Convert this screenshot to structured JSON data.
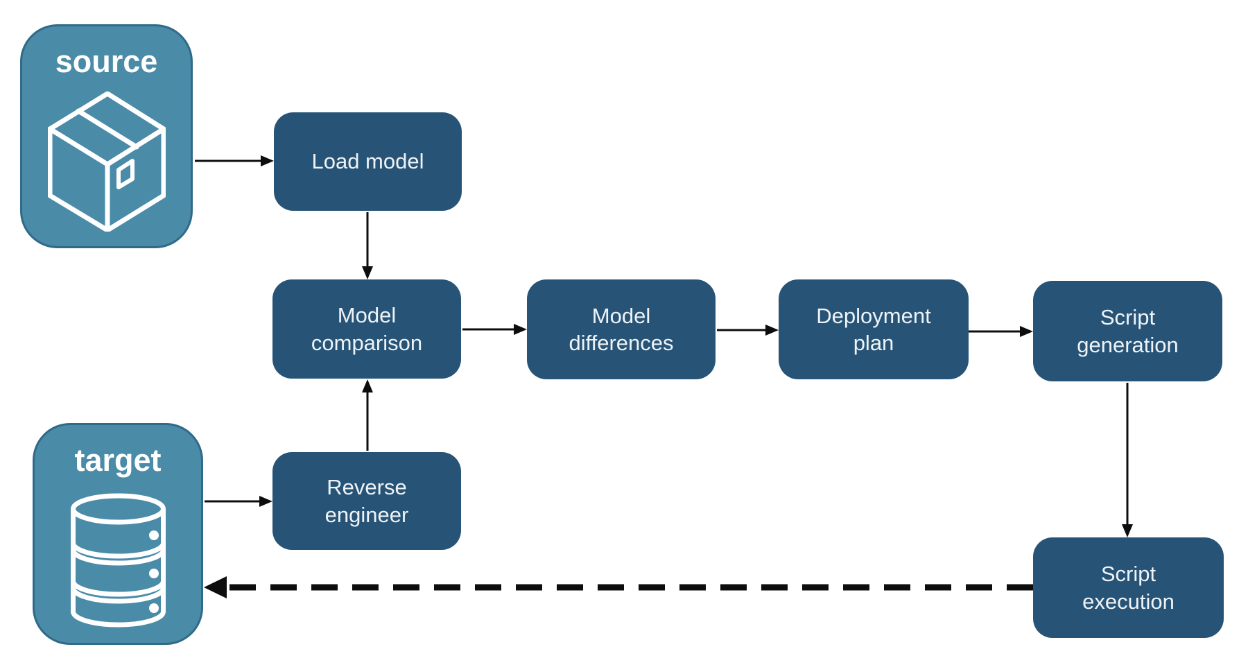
{
  "diagram": {
    "title": "",
    "colors": {
      "node_fill": "#275476",
      "node_text": "#eef3f7",
      "entity_fill": "#4a8ba8",
      "entity_border": "#2f6a88",
      "entity_text": "#ffffff",
      "arrow": "#0d0d0d",
      "background": "#ffffff"
    },
    "entities": {
      "source": {
        "label": "source",
        "icon": "package-icon"
      },
      "target": {
        "label": "target",
        "icon": "database-icon"
      }
    },
    "nodes": {
      "load_model": {
        "label": "Load model"
      },
      "model_comparison": {
        "label": "Model\ncomparison"
      },
      "model_differences": {
        "label": "Model\ndifferences"
      },
      "deployment_plan": {
        "label": "Deployment\nplan"
      },
      "script_generation": {
        "label": "Script\ngeneration"
      },
      "reverse_engineer": {
        "label": "Reverse\nengineer"
      },
      "script_execution": {
        "label": "Script\nexecution"
      }
    },
    "edges": [
      {
        "from": "source",
        "to": "load_model",
        "style": "solid"
      },
      {
        "from": "load_model",
        "to": "model_comparison",
        "style": "solid"
      },
      {
        "from": "model_comparison",
        "to": "model_differences",
        "style": "solid"
      },
      {
        "from": "model_differences",
        "to": "deployment_plan",
        "style": "solid"
      },
      {
        "from": "deployment_plan",
        "to": "script_generation",
        "style": "solid"
      },
      {
        "from": "script_generation",
        "to": "script_execution",
        "style": "solid"
      },
      {
        "from": "target",
        "to": "reverse_engineer",
        "style": "solid"
      },
      {
        "from": "reverse_engineer",
        "to": "model_comparison",
        "style": "solid"
      },
      {
        "from": "script_execution",
        "to": "target",
        "style": "dashed"
      }
    ]
  }
}
